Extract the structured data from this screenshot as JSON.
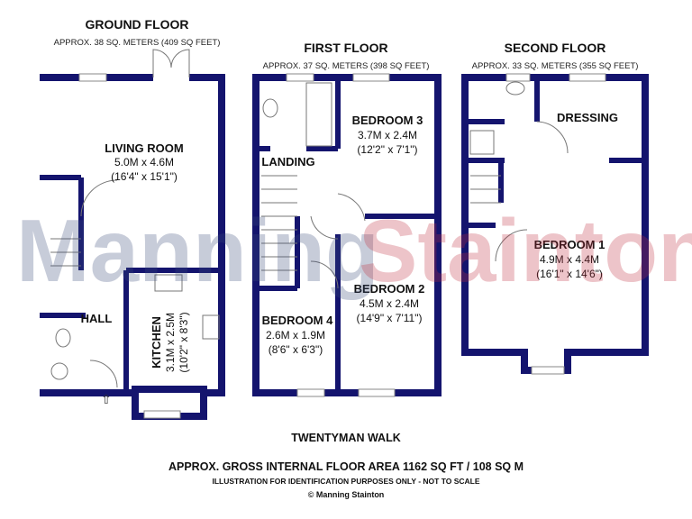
{
  "floors": {
    "ground": {
      "title": "GROUND FLOOR",
      "area": "APPROX. 38 SQ. METERS (409 SQ FEET)"
    },
    "first": {
      "title": "FIRST FLOOR",
      "area": "APPROX. 37 SQ. METERS (398 SQ FEET)"
    },
    "second": {
      "title": "SECOND FLOOR",
      "area": "APPROX. 33 SQ. METERS (355 SQ FEET)"
    }
  },
  "rooms": {
    "living": {
      "name": "LIVING ROOM",
      "m": "5.0M x 4.6M",
      "ft": "(16'4\" x 15'1\")"
    },
    "hall": {
      "name": "HALL"
    },
    "kitchen": {
      "name": "KITCHEN",
      "m": "3.1M x 2.5M",
      "ft": "(10'2\" x 8'3\")"
    },
    "landing": {
      "name": "LANDING"
    },
    "bed3": {
      "name": "BEDROOM 3",
      "m": "3.7M x 2.4M",
      "ft": "(12'2\" x 7'1\")"
    },
    "bed2": {
      "name": "BEDROOM 2",
      "m": "4.5M x 2.4M",
      "ft": "(14'9\" x 7'11\")"
    },
    "bed4": {
      "name": "BEDROOM 4",
      "m": "2.6M x 1.9M",
      "ft": "(8'6\" x 6'3\")"
    },
    "dressing": {
      "name": "DRESSING"
    },
    "bed1": {
      "name": "BEDROOM 1",
      "m": "4.9M x 4.4M",
      "ft": "(16'1\" x 14'6\")"
    }
  },
  "footer": {
    "address": "TWENTYMAN WALK",
    "gross": "APPROX. GROSS INTERNAL FLOOR AREA 1162 SQ FT / 108 SQ M",
    "disclaimer": "ILLUSTRATION FOR IDENTIFICATION PURPOSES ONLY - NOT TO SCALE",
    "copyright": "© Manning Stainton"
  },
  "watermark": {
    "part1": "Manning",
    "part2": "Stainton"
  },
  "colors": {
    "wall": "#14146e",
    "watermark1": "#3a4a7a",
    "watermark2": "#c03040"
  }
}
